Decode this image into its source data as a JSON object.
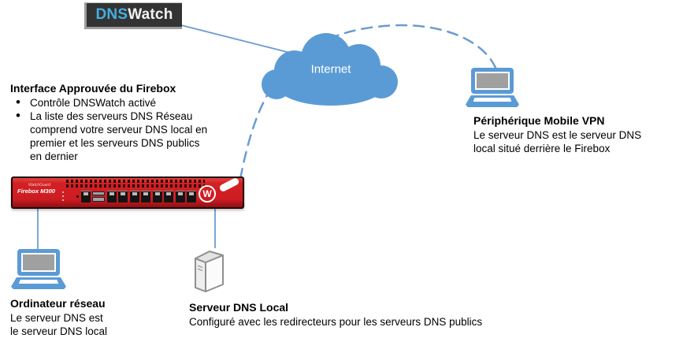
{
  "dnswatch": {
    "label_dns": "DNS",
    "label_watch": "Watch"
  },
  "cloud": {
    "label": "Internet"
  },
  "firebox": {
    "brand_script": "WatchGuard",
    "model": "Firebox M300",
    "logo_letter": "W"
  },
  "notes": {
    "approved_interface": {
      "title": "Interface Approuvée du Firebox",
      "bullets": [
        "Contrôle DNSWatch activé",
        "La liste des serveurs DNS Réseau comprend votre serveur DNS local en premier et les serveurs DNS publics en dernier"
      ]
    },
    "mobile_vpn": {
      "title": "Périphérique Mobile VPN",
      "body": "Le serveur DNS est le serveur DNS local situé derrière le Firebox"
    },
    "network_computer": {
      "title": "Ordinateur réseau",
      "body": "Le serveur DNS est le serveur DNS local"
    },
    "local_dns_server": {
      "title": "Serveur DNS Local",
      "body": "Configuré avec les redirecteurs pour les serveurs DNS publics"
    }
  },
  "colors": {
    "connection_blue": "#5B9BD5",
    "cloud_blue": "#5B9BD5",
    "firebox_red": "#CE1D22",
    "dnswatch_bg": "#333333",
    "dnswatch_dns": "#45AEE0",
    "screen_grey": "#A0A0A0"
  }
}
